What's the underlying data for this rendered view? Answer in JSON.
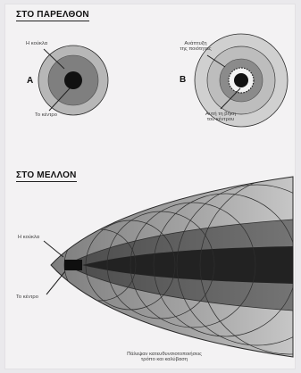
{
  "headings": {
    "past": "ΣΤΟ ΠΑΡΕΛΘΟΝ",
    "future": "ΣΤΟ ΜΕΛΛΟΝ"
  },
  "labels": {
    "a": "A",
    "b": "B",
    "core_a": "Η κούκλα",
    "center_a": "Το κέντρο",
    "core_b_line1": "Ανάπτυξη",
    "core_b_line2": "της ποιότητας",
    "center_b_line1": "Αυτή τη βήκη",
    "center_b_line2": "του κέντρου",
    "future_core": "Η κούκλα",
    "future_center": "Το κέντρο",
    "caption_line1": "Πάλεψαν κατευθυνσιοτοποιήσεις",
    "caption_line2": "τρόπο και καλύβαση"
  },
  "colors": {
    "page_background": "#eae9ec",
    "panel_background": "#f3f2f3",
    "outer_ring": "#b6b6b6",
    "middle_ring": "#838383",
    "inner_ring": "#404040",
    "core": "#111111",
    "highlight_ring": "#efefef"
  }
}
